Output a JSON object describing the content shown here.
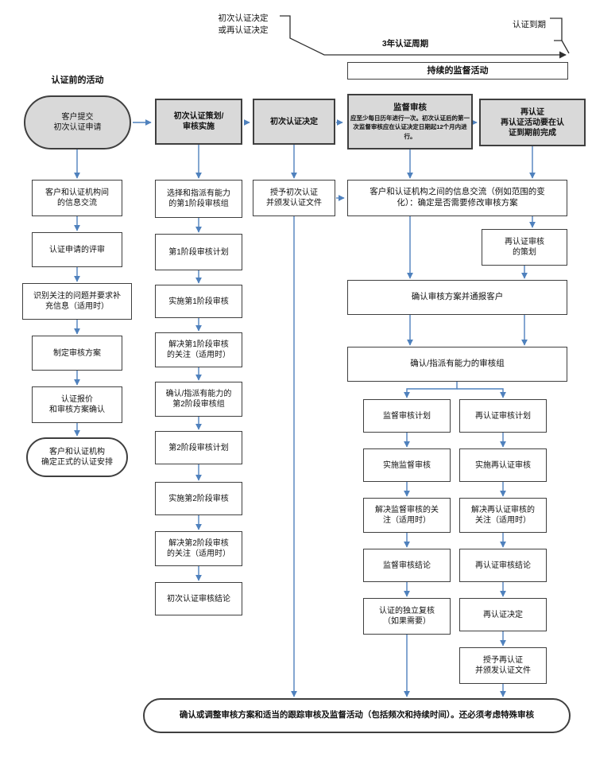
{
  "timeline": {
    "left_label": "初次认证决定\n或再认证决定",
    "cycle_label": "3年认证周期",
    "right_label": "认证到期",
    "banner": "持续的监督活动"
  },
  "titles": {
    "pre_cert": "认证前的活动"
  },
  "colors": {
    "arrow_blue": "#4f81bd",
    "line_black": "#303030",
    "box_border": "#3f3f3f",
    "header_fill": "#d9d9d9"
  },
  "nodes": {
    "c1_apply": "客户提交\n初次认证申请",
    "c1_info": "客户和认证机构间\n的信息交流",
    "c1_review": "认证申请的评审",
    "c1_identify": "识别关注的问题并要求补\n充信息（适用时）",
    "c1_program": "制定审核方案",
    "c1_quote": "认证报价\n和审核方案确认",
    "c1_arrange": "客户和认证机构\n确定正式的认证安排",
    "c2_header": "初次认证策划/\n审核实施",
    "c2_team1": "选择和指派有能力\n的第1阶段审核组",
    "c2_plan1": "第1阶段审核计划",
    "c2_do1": "实施第1阶段审核",
    "c2_resolve1": "解决第1阶段审核\n的关注（适用时）",
    "c2_team2": "确认/指派有能力的\n第2阶段审核组",
    "c2_plan2": "第2阶段审核计划",
    "c2_do2": "实施第2阶段审核",
    "c2_resolve2": "解决第2阶段审核\n的关注（适用时）",
    "c2_conclusion": "初次认证审核结论",
    "c3_header": "初次认证决定",
    "c3_grant": "授予初次认证\n并颁发认证文件",
    "c4_header_title": "监督审核",
    "c4_header_body": "应至少每日历年进行一次。初次认证后的第一次监督审核应在认证决定日期起12个月内进行。",
    "c5_header": "再认证\n再认证活动要在认\n证到期前完成",
    "w_info": "客户和认证机构之间的信息交流（例如范围的变\n化）：确定是否需要修改审核方案",
    "recert_plan": "再认证审核\n的策划",
    "w_confirm": "确认审核方案并通报客户",
    "w_team": "确认/指派有能力的审核组",
    "a_plan": "监督审核计划",
    "a_do": "实施监督审核",
    "a_resolve": "解决监督审核的关\n注（适用时）",
    "a_conclusion": "监督审核结论",
    "a_review": "认证的独立复核\n（如果需要）",
    "b_plan": "再认证审核计划",
    "b_do": "实施再认证审核",
    "b_resolve": "解决再认证审核的\n关注（适用时）",
    "b_conclusion": "再认证审核结论",
    "b_decision": "再认证决定",
    "b_grant": "授予再认证\n并颁发认证文件",
    "bottom": "确认或调整审核方案和适当的跟踪审核及监督活动（包括频次和持续时间）。还必须考虑特殊审核"
  }
}
